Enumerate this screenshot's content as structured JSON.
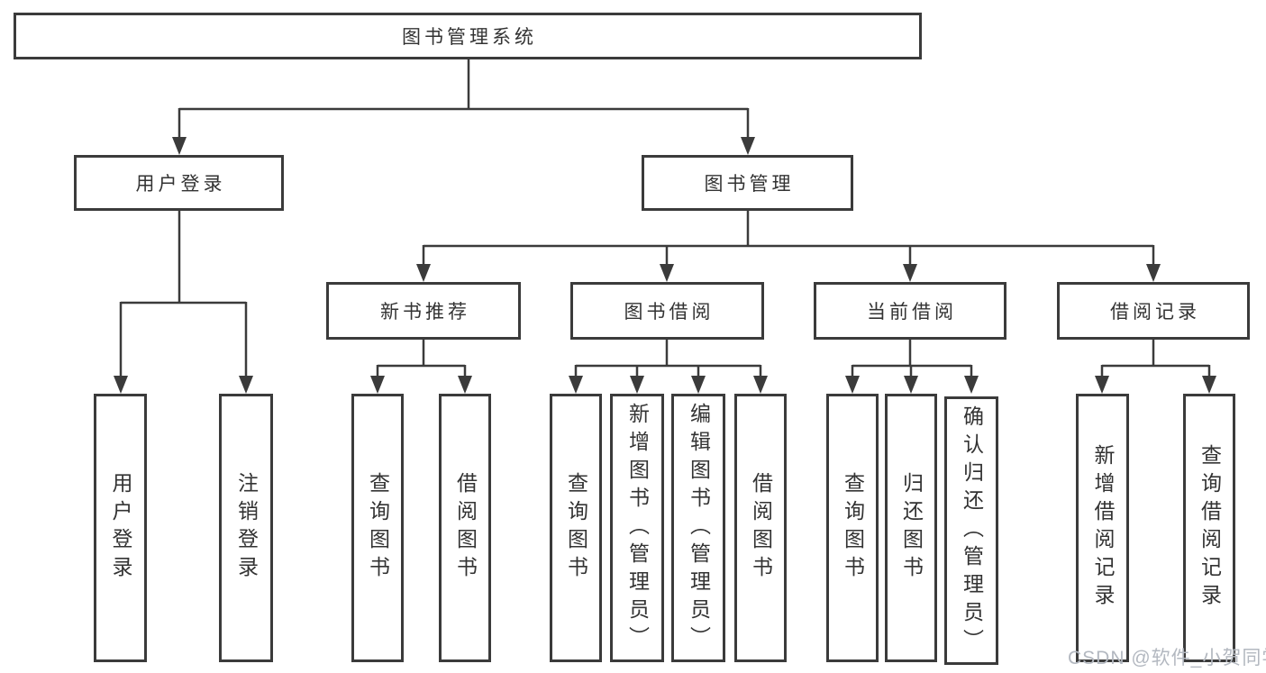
{
  "diagram": {
    "title_node": "图书管理系统",
    "tree": {
      "label": "图书管理系统",
      "children": [
        {
          "label": "用户登录",
          "children": [
            {
              "label": "用户登录"
            },
            {
              "label": "注销登录"
            }
          ]
        },
        {
          "label": "图书管理",
          "children": [
            {
              "label": "新书推荐",
              "children": [
                {
                  "label": "查询图书"
                },
                {
                  "label": "借阅图书"
                }
              ]
            },
            {
              "label": "图书借阅",
              "children": [
                {
                  "label": "查询图书"
                },
                {
                  "label": "新增图书（管理员）"
                },
                {
                  "label": "编辑图书（管理员）"
                },
                {
                  "label": "借阅图书"
                }
              ]
            },
            {
              "label": "当前借阅",
              "children": [
                {
                  "label": "查询图书"
                },
                {
                  "label": "归还图书"
                },
                {
                  "label": "确认归还（管理员）"
                }
              ]
            },
            {
              "label": "借阅记录",
              "children": [
                {
                  "label": "新增借阅记录"
                },
                {
                  "label": "查询借阅记录"
                }
              ]
            }
          ]
        }
      ]
    },
    "colors": {
      "line": "#3b3b3b",
      "text": "#333333",
      "box_background": "#ffffff",
      "watermark": "#b3b8c0"
    }
  },
  "watermark": {
    "text": "CSDN @软件_小贺同学"
  }
}
